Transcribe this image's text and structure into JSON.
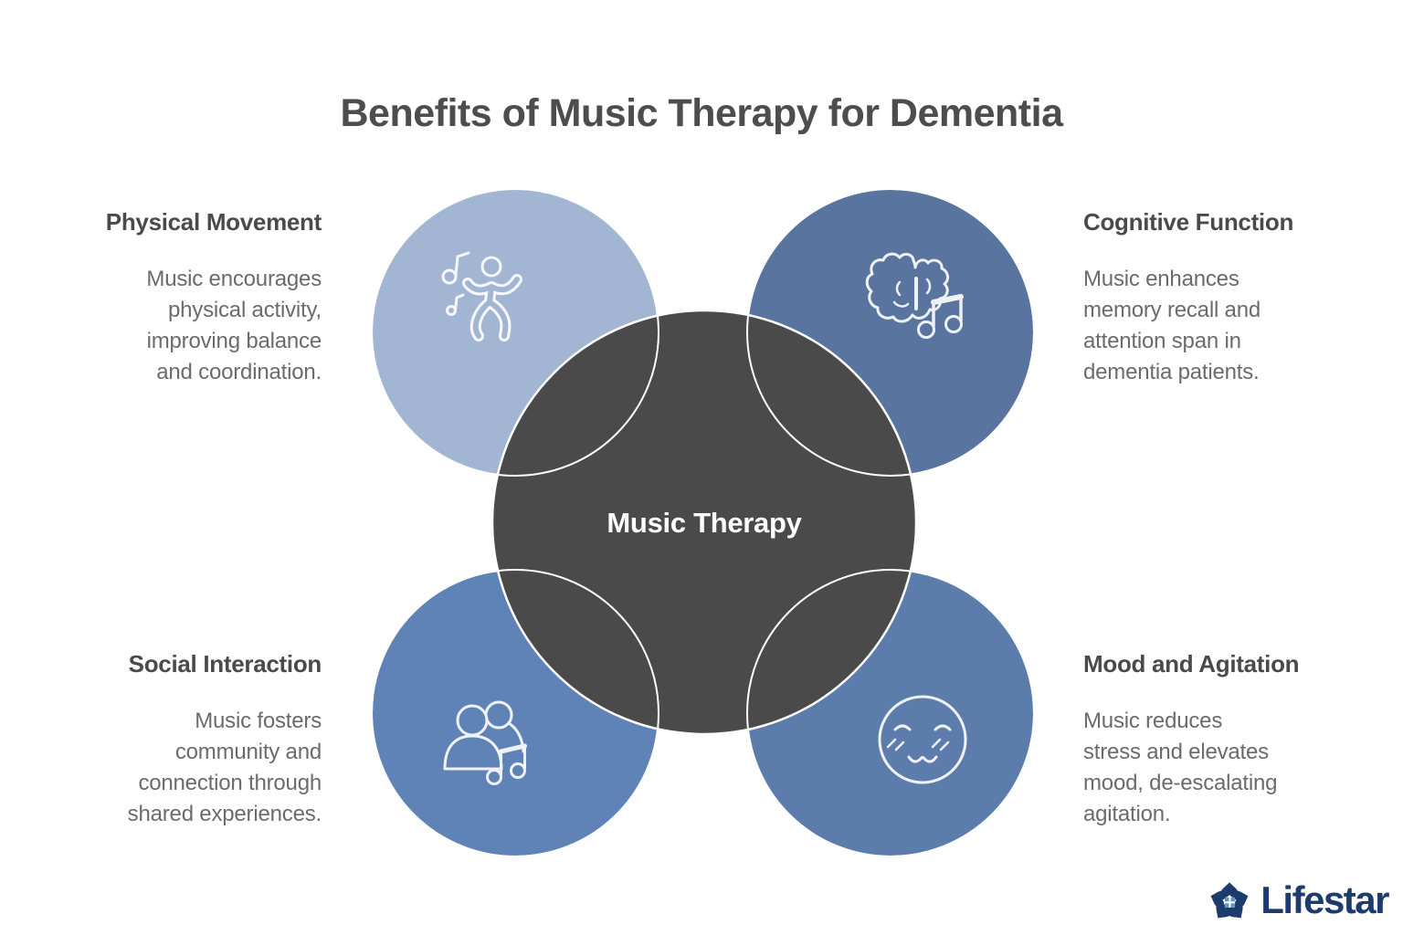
{
  "title": "Benefits of Music Therapy for Dementia",
  "center": {
    "label": "Music Therapy",
    "circle_color": "#4a4a4a",
    "label_color": "#ffffff"
  },
  "benefits": [
    {
      "heading": "Physical Movement",
      "body": "Music encourages\nphysical activity,\nimproving balance\nand coordination.",
      "icon": "dancing-person-music-notes-icon",
      "circle_color": "#a2b6d4"
    },
    {
      "heading": "Cognitive Function",
      "body": "Music enhances\nmemory recall and\nattention span in\ndementia patients.",
      "icon": "brain-music-note-icon",
      "circle_color": "#58749f"
    },
    {
      "heading": "Social Interaction",
      "body": "Music fosters\ncommunity and\nconnection through\nshared experiences.",
      "icon": "people-music-note-icon",
      "circle_color": "#6083b7"
    },
    {
      "heading": "Mood and Agitation",
      "body": "Music reduces\nstress and elevates\nmood, de-escalating\nagitation.",
      "icon": "calm-face-icon",
      "circle_color": "#5c7dac"
    }
  ],
  "logo": {
    "text": "Lifestar",
    "icon": "heart-star-window-icon",
    "navy": "#1d3c6e",
    "window_blue": "#6697c4"
  },
  "colors": {
    "background": "#ffffff",
    "title_text": "#4d4d4d",
    "heading_text": "#4a4a4a",
    "body_text": "#6b6b6b",
    "circle_outline": "#ffffff"
  }
}
